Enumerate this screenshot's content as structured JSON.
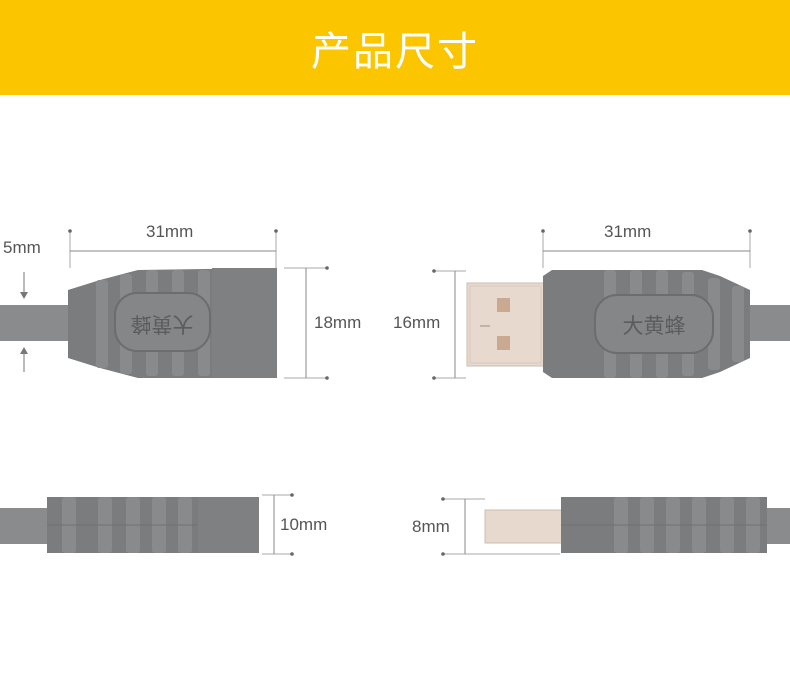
{
  "banner": {
    "title": "产品尺寸",
    "color": "#fbc600"
  },
  "dimensions": {
    "female_length": "31mm",
    "female_height": "18mm",
    "cable_diameter": "5mm",
    "male_length": "31mm",
    "male_plug_height": "16mm",
    "female_side_thickness": "10mm",
    "male_side_thickness": "8mm"
  },
  "connector": {
    "brand": "大黄蜂",
    "body_color": "#7b7c7e",
    "cable_color": "#8a8b8d",
    "plug_color": "#e8d9cf"
  }
}
